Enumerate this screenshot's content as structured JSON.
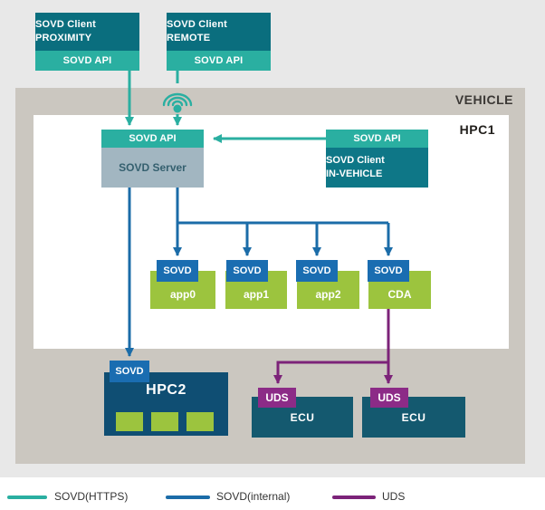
{
  "colors": {
    "page_gray": "#e8e8e8",
    "vehicle_gray": "#cbc7c0",
    "dark_teal": "#0a6e7e",
    "teal": "#2aafa1",
    "teal_body": "#0e7787",
    "server_gray": "#a2b6c1",
    "server_text": "#35606f",
    "blue": "#1b6ca8",
    "tab_blue": "#1a6db1",
    "hpc2_blue": "#0f4e73",
    "ecu_blue": "#14596f",
    "green": "#9cc43e",
    "purple_tab": "#8c2b87",
    "purple_line": "#7c2379"
  },
  "vehicle": {
    "label": "VEHICLE"
  },
  "hpc1": {
    "label": "HPC1"
  },
  "clients": {
    "proximity": {
      "title_line1": "SOVD Client",
      "title_line2": "PROXIMITY",
      "api_label": "SOVD API"
    },
    "remote": {
      "title_line1": "SOVD Client",
      "title_line2": "REMOTE",
      "api_label": "SOVD API"
    },
    "in_vehicle": {
      "api_label": "SOVD API",
      "title_line1": "SOVD Client",
      "title_line2": "IN-VEHICLE"
    }
  },
  "server": {
    "api_label": "SOVD API",
    "label": "SOVD Server"
  },
  "apps": [
    {
      "tab": "SOVD",
      "label": "app0"
    },
    {
      "tab": "SOVD",
      "label": "app1"
    },
    {
      "tab": "SOVD",
      "label": "app2"
    },
    {
      "tab": "SOVD",
      "label": "CDA"
    }
  ],
  "hpc2": {
    "tab": "SOVD",
    "label": "HPC2"
  },
  "ecus": [
    {
      "tab": "UDS",
      "label": "ECU"
    },
    {
      "tab": "UDS",
      "label": "ECU"
    }
  ],
  "legend": [
    {
      "label": "SOVD(HTTPS)",
      "color": "#2aafa1"
    },
    {
      "label": "SOVD(internal)",
      "color": "#1b6ca8"
    },
    {
      "label": "UDS",
      "color": "#7c2379"
    }
  ]
}
